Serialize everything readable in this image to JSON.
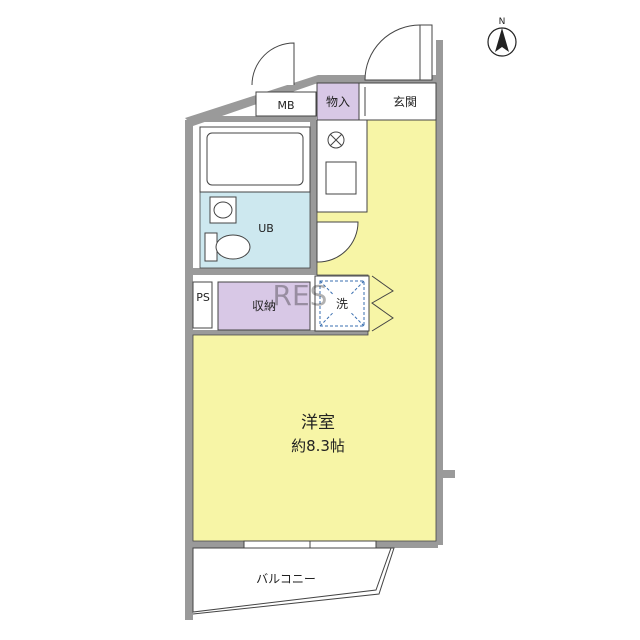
{
  "compass": {
    "north_label": "N"
  },
  "rooms": {
    "mb": "MB",
    "closet_entry": "物入",
    "entrance": "玄関",
    "unit_bath": "UB",
    "ps": "PS",
    "storage": "収納",
    "laundry": "洗",
    "western_room": "洋室",
    "western_room_size": "約8.3帖",
    "balcony": "バルコニー"
  },
  "colors": {
    "western_room": "#f7f5a6",
    "unit_bath": "#cde8ef",
    "storage": "#d8c8e6",
    "closet": "#d8c8e6",
    "wall": "#9a9a9a"
  },
  "watermark": "RES"
}
